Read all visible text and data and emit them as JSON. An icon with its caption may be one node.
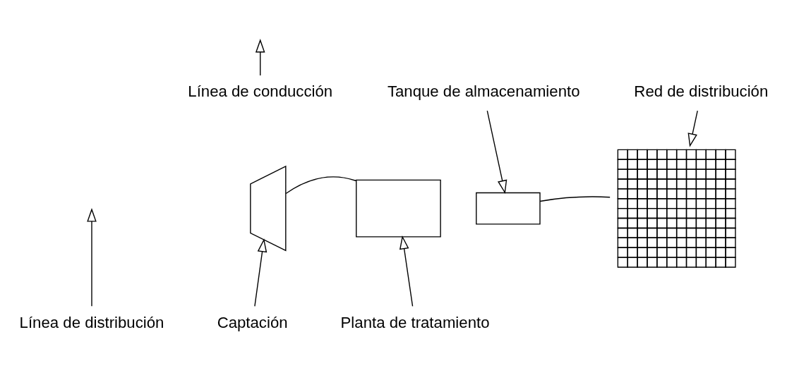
{
  "diagram": {
    "nodes": [
      {
        "text": [
          "Red de distribución"
        ]
      },
      {
        "text": [
          "Línea de conducción"
        ]
      },
      {
        "text": [
          "Tanque de almacenamiento"
        ]
      },
      {
        "text": [],
        "shape": "picture"
      },
      {
        "text": [],
        "shape": "box"
      },
      {
        "text": [],
        "shape": "box"
      },
      {
        "text": [],
        "shape": "grid"
      },
      {
        "text": [
          "Captación"
        ]
      },
      {
        "text": [
          "Línea de distribución"
        ]
      },
      {
        "text": [
          "Planta de tratamiento"
        ]
      }
    ],
    "edges": [
      {
        "from": 3,
        "to": 4,
        "arrow": "none"
      },
      {
        "from": 5,
        "to": 6,
        "arrow": "none"
      },
      {
        "from": 0,
        "to": 6,
        "arrow": "to"
      },
      {
        "from": 1,
        "to": null,
        "arrow": "to"
      },
      {
        "from": 2,
        "to": 5,
        "arrow": "to"
      },
      {
        "from": 7,
        "to": 3,
        "arrow": "to"
      },
      {
        "from": 9,
        "to": 4,
        "arrow": "to"
      },
      {
        "from": 8,
        "to": null,
        "arrow": "to"
      }
    ]
  }
}
